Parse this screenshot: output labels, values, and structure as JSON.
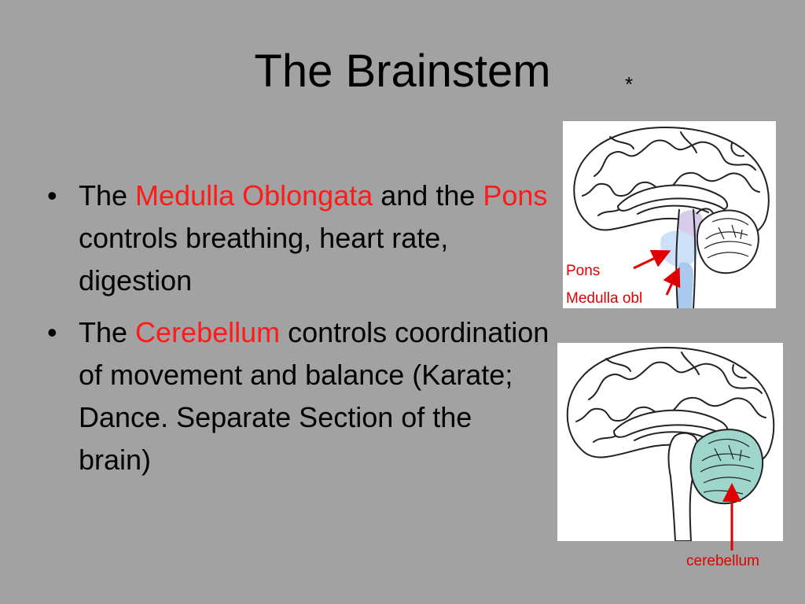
{
  "slide": {
    "title": "The Brainstem",
    "asterisk": "*"
  },
  "bullets": [
    {
      "pre": "The ",
      "highlight1": "Medulla Oblongata",
      "mid": " and the ",
      "highlight2": "Pons",
      "post": " controls breathing, heart rate, digestion"
    },
    {
      "pre": "The ",
      "highlight1": "Cerebellum",
      "post": " controls coordination of movement and balance (Karate; Dance. Separate Section of the brain)"
    }
  ],
  "labels": {
    "pons": "Pons",
    "medulla": "Medulla obl",
    "cerebellum": "cerebellum"
  },
  "colors": {
    "background": "#a2a2a2",
    "highlight": "#ff1a1a",
    "arrow": "#e00000",
    "pons_fill": "#cde0f7",
    "medulla_fill": "#a9c9ee",
    "midbrain_fill": "#d6cbe8",
    "cerebellum_fill": "#9fd6cc"
  }
}
